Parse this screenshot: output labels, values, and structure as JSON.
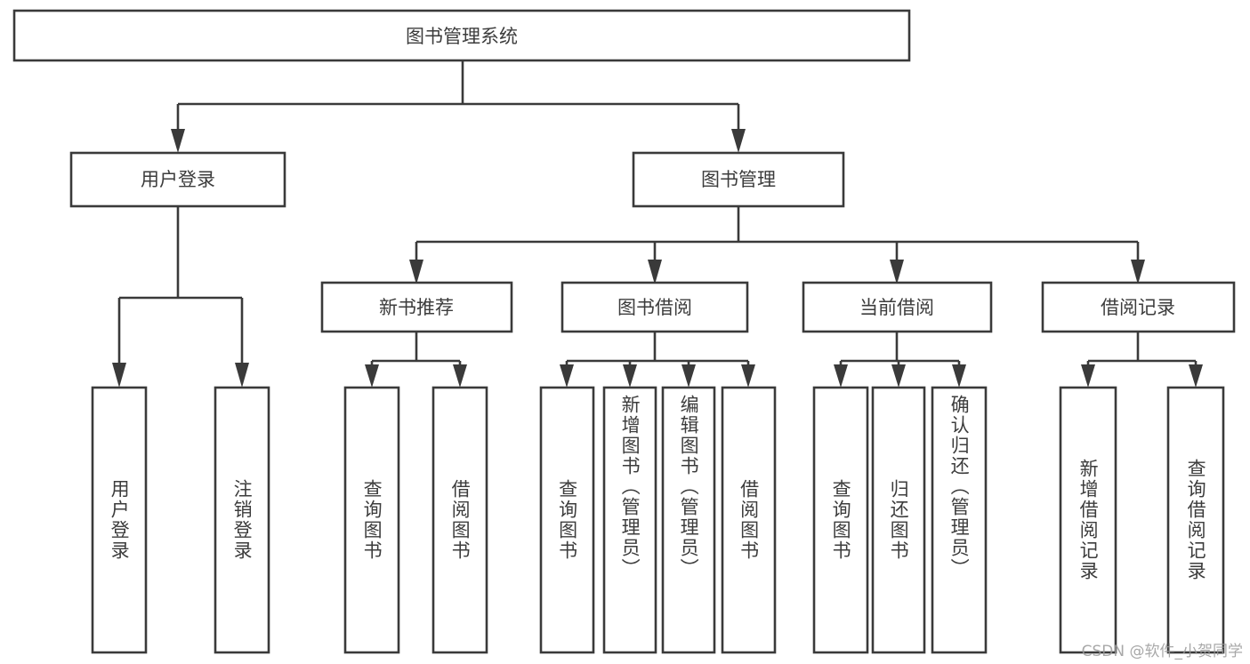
{
  "diagram": {
    "type": "tree",
    "title": "图书管理系统",
    "orientation": "top-down",
    "colors": {
      "stroke": "#3a3a3a",
      "text": "#3c3c3c",
      "background": "#ffffff",
      "watermark": "#9a9a9a"
    },
    "root": {
      "label": "图书管理系统"
    },
    "level2": [
      {
        "label": "用户登录"
      },
      {
        "label": "图书管理"
      }
    ],
    "level3": [
      {
        "label": "新书推荐"
      },
      {
        "label": "图书借阅"
      },
      {
        "label": "当前借阅"
      },
      {
        "label": "借阅记录"
      }
    ],
    "leaves": {
      "user_login": [
        {
          "label": "用户登录"
        },
        {
          "label": "注销登录"
        }
      ],
      "new_book_recommend": [
        {
          "label": "查询图书"
        },
        {
          "label": "借阅图书"
        }
      ],
      "book_borrow": [
        {
          "label": "查询图书"
        },
        {
          "label": "新增图书（管理员）"
        },
        {
          "label": "编辑图书（管理员）"
        },
        {
          "label": "借阅图书"
        }
      ],
      "current_borrow": [
        {
          "label": "查询图书"
        },
        {
          "label": "归还图书"
        },
        {
          "label": "确认归还（管理员）"
        }
      ],
      "borrow_record": [
        {
          "label": "新增借阅记录"
        },
        {
          "label": "查询借阅记录"
        }
      ]
    }
  },
  "watermark": {
    "text": "CSDN @软件_小贺同学"
  }
}
